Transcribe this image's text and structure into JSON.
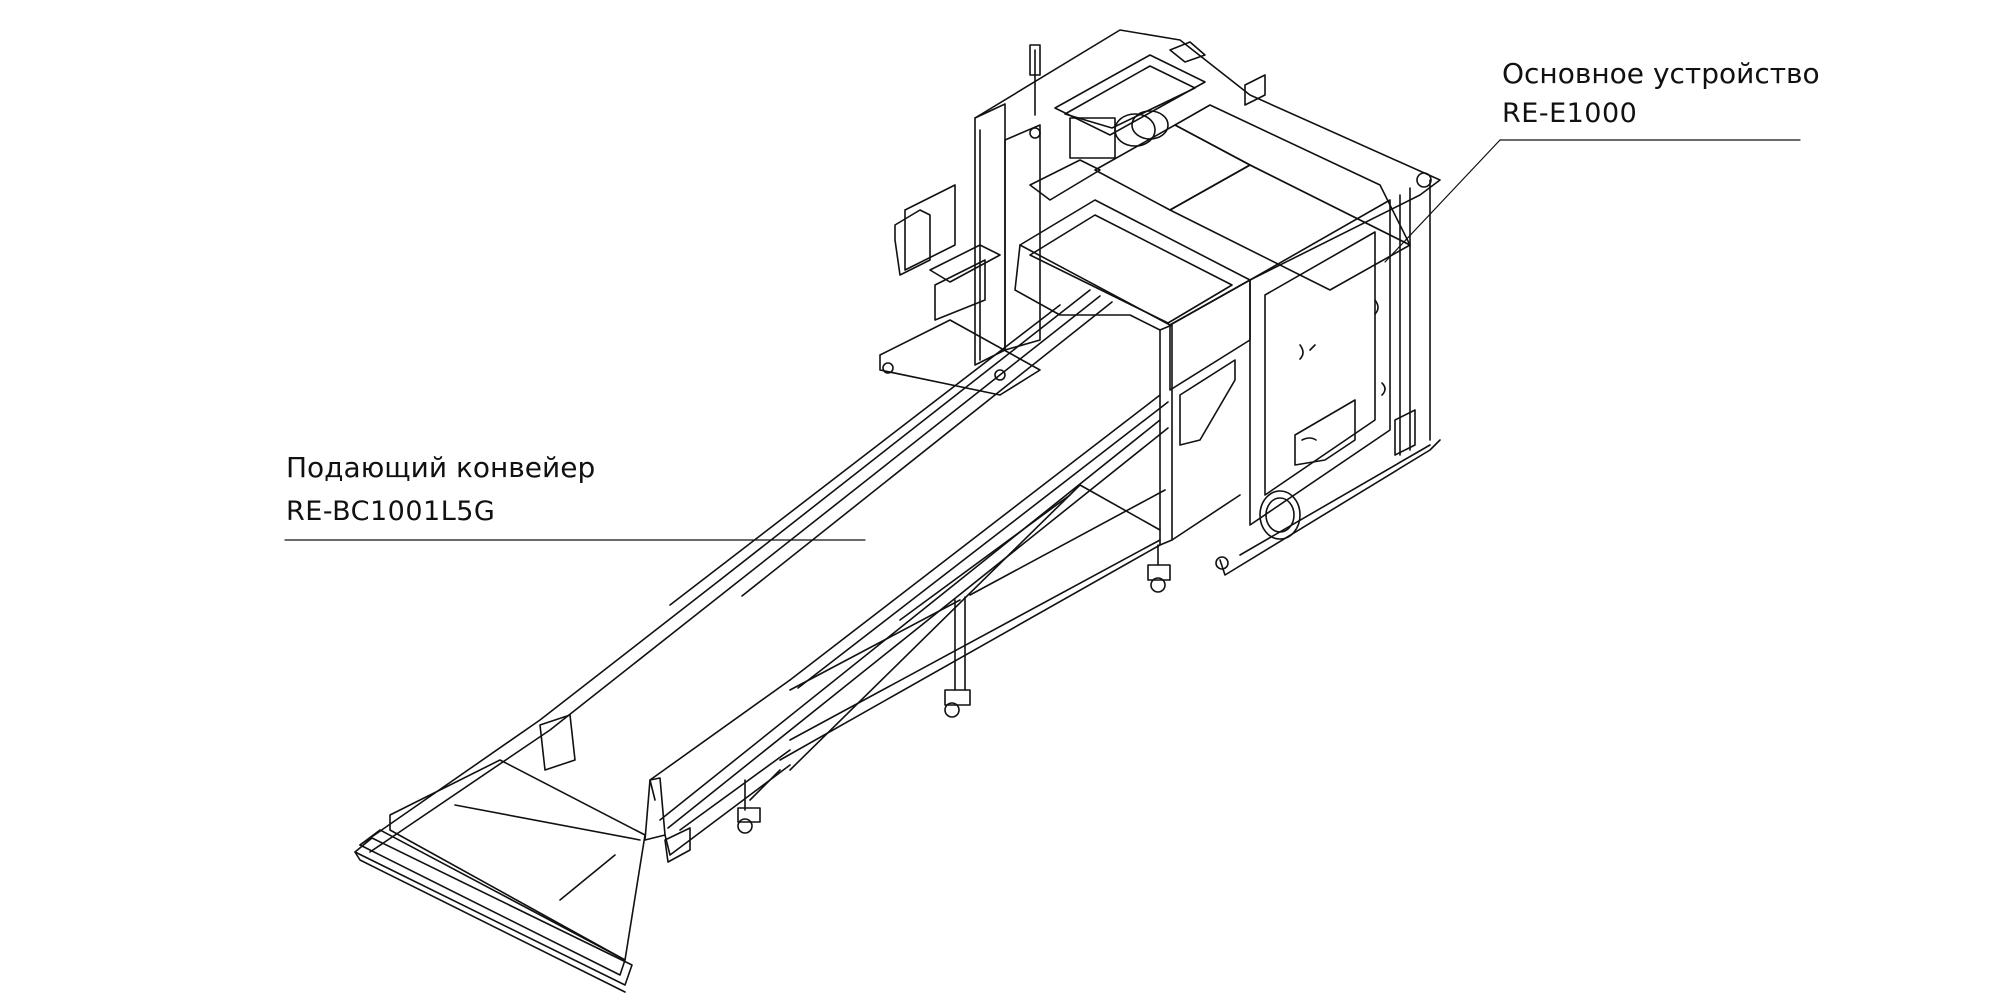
{
  "callouts": {
    "main_unit": {
      "name": "Основное устройство",
      "model": "RE-E1000"
    },
    "feed_conveyor": {
      "name": "Подающий конвейер",
      "model": "RE-BC1001L5G"
    }
  },
  "colors": {
    "line": "#111111",
    "background": "#ffffff"
  }
}
